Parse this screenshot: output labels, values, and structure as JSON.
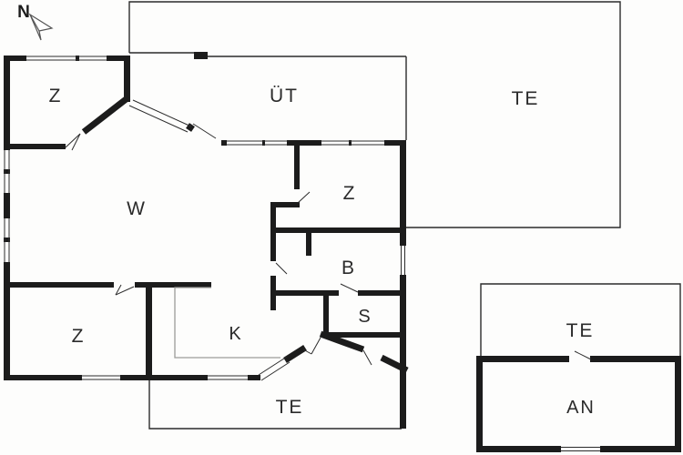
{
  "meta": {
    "kind": "holiday-house floor plan drawing"
  },
  "colors": {
    "wall": "#1c1c1c",
    "thin_line": "#2b2b2b",
    "counter_line": "#9b9b98",
    "background": "#fdfdfc"
  },
  "compass": {
    "label": "N"
  },
  "rooms": {
    "bedroom_top_left": {
      "label": "Z"
    },
    "covered_terrace": {
      "label": "ÜT"
    },
    "terrace_top": {
      "label": "TE"
    },
    "living_room": {
      "label": "W"
    },
    "bedroom_middle": {
      "label": "Z"
    },
    "bathroom": {
      "label": "B"
    },
    "bedroom_bottom_left": {
      "label": "Z"
    },
    "kitchen": {
      "label": "K"
    },
    "storage": {
      "label": "S"
    },
    "terrace_bottom": {
      "label": "TE"
    },
    "annex_terrace": {
      "label": "TE"
    },
    "annex": {
      "label": "AN"
    }
  }
}
